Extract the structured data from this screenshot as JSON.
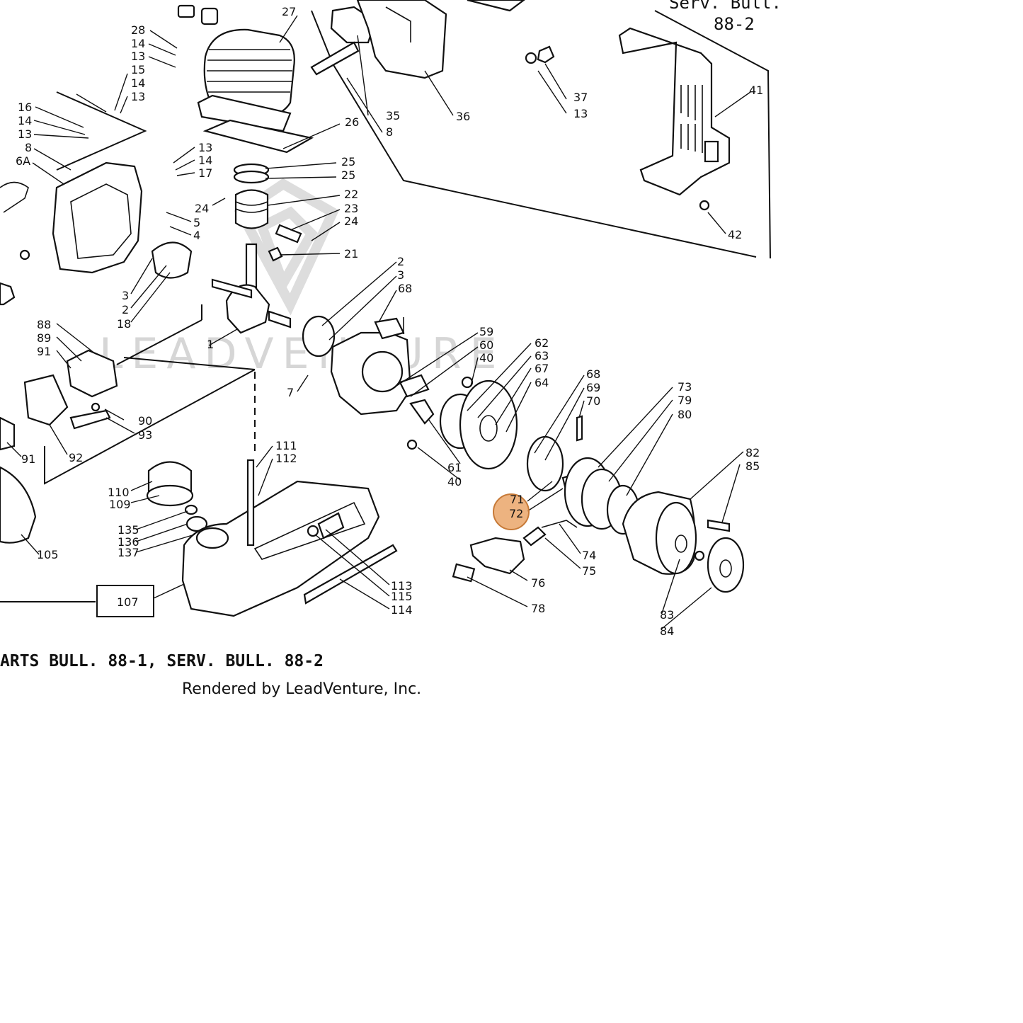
{
  "header": {
    "line1": "Serv. Bull.",
    "line2": "88-2"
  },
  "footer": {
    "bulletin": "ARTS BULL. 88-1, SERV. BULL. 88-2",
    "credit": "Rendered by LeadVenture, Inc."
  },
  "watermark": "LEADVENTURE",
  "highlight": {
    "color": "#E8A060",
    "labels": [
      "71",
      "72"
    ]
  },
  "boxed_label": "107",
  "labels": [
    "28",
    "14",
    "13",
    "15",
    "14",
    "13",
    "16",
    "14",
    "13",
    "8",
    "6A",
    "27",
    "35",
    "8",
    "36",
    "37",
    "13",
    "41",
    "42",
    "26",
    "13",
    "14",
    "17",
    "25",
    "25",
    "22",
    "23",
    "24",
    "24",
    "5",
    "4",
    "21",
    "3",
    "2",
    "18",
    "1",
    "2",
    "3",
    "68",
    "88",
    "89",
    "91",
    "7",
    "59",
    "60",
    "40",
    "62",
    "63",
    "67",
    "64",
    "68",
    "69",
    "70",
    "73",
    "79",
    "80",
    "82",
    "85",
    "90",
    "93",
    "91",
    "92",
    "61",
    "40",
    "71",
    "72",
    "74",
    "75",
    "76",
    "78",
    "83",
    "84",
    "111",
    "112",
    "110",
    "109",
    "135",
    "136",
    "137",
    "113",
    "115",
    "114",
    "105",
    "107"
  ]
}
